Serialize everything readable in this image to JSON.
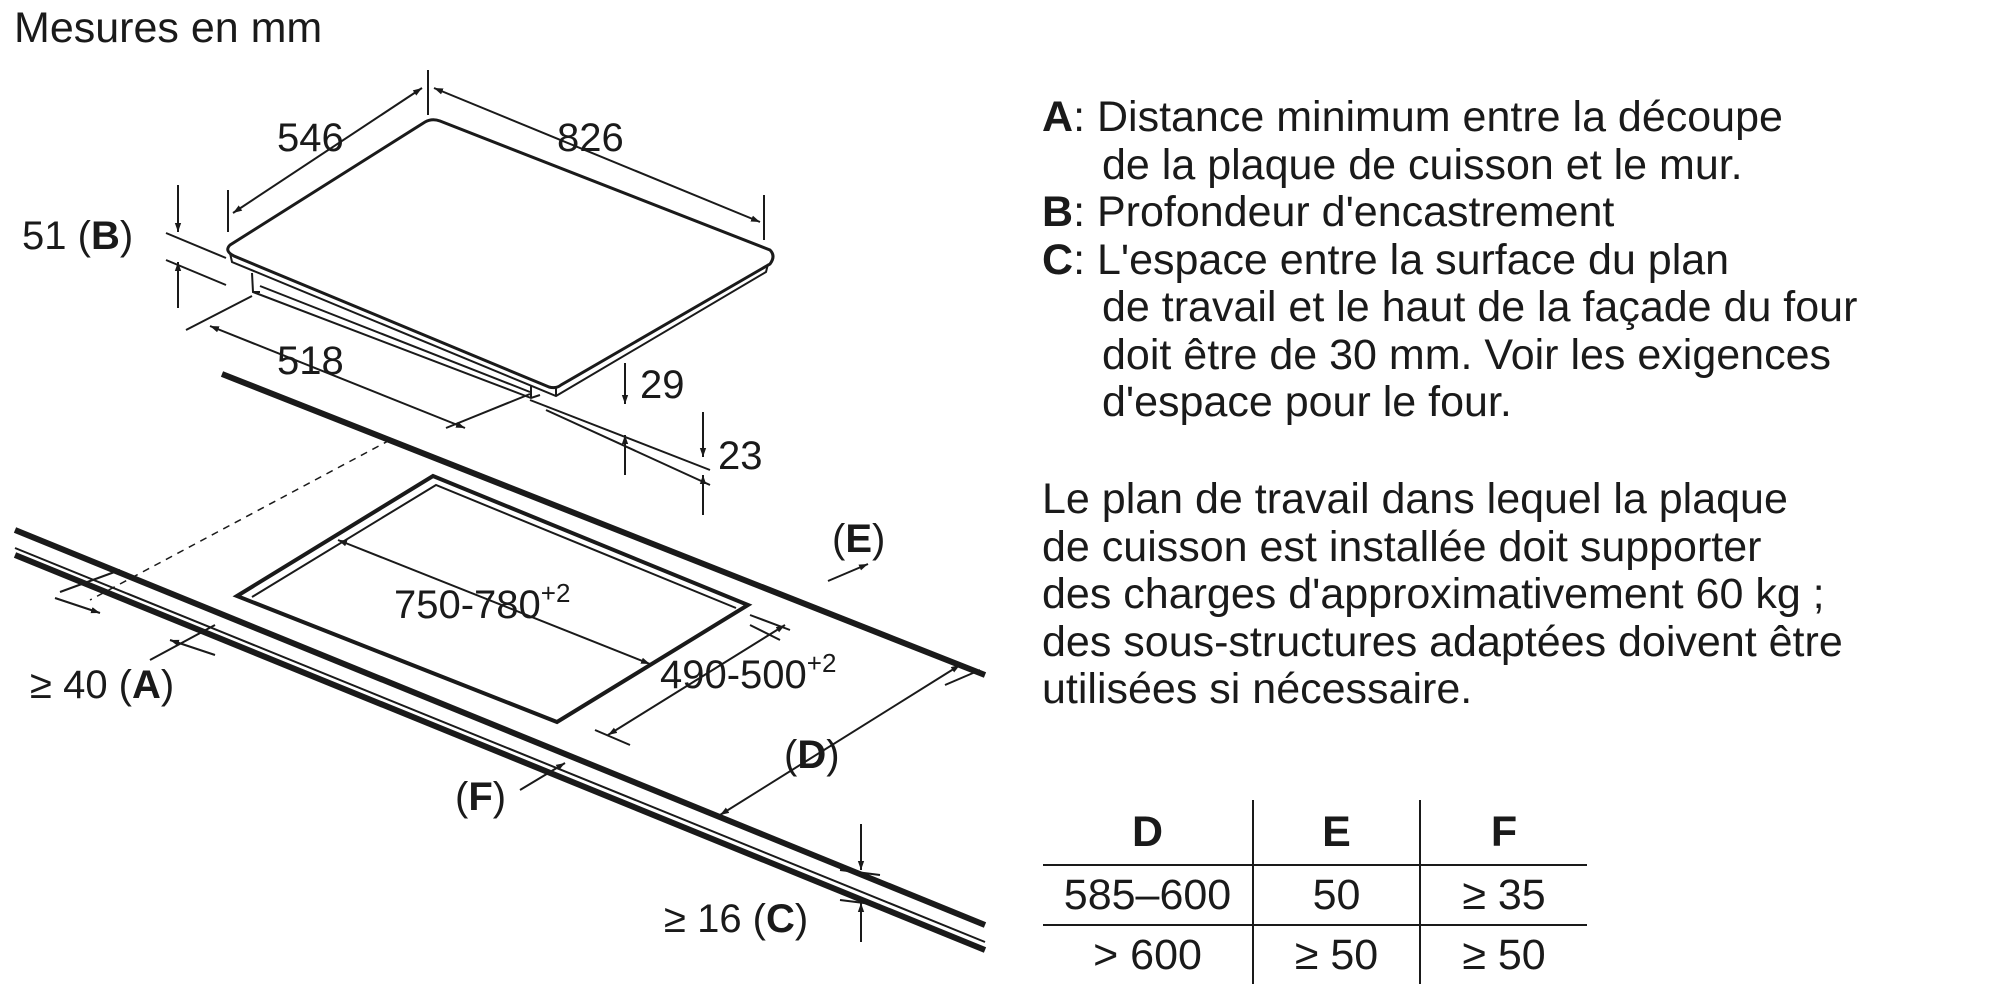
{
  "units_label": "Mesures en mm",
  "dimensions": {
    "hob_width": "826",
    "hob_depth": "546",
    "installation_depth": "51",
    "installation_key": "B",
    "base_depth": "518",
    "thickness_29": "29",
    "thickness_23": "23",
    "cutout_width": "750-780",
    "cutout_width_tol": "+2",
    "cutout_depth": "490-500",
    "cutout_depth_tol": "+2",
    "wall_gap": "≥ 40",
    "wall_gap_key": "A",
    "front_gap": "≥ 16",
    "front_gap_key": "C",
    "label_D": "D",
    "label_E": "E",
    "label_F": "F"
  },
  "legend": [
    {
      "key": "A",
      "lines": [
        "Distance minimum entre la découpe",
        "de la plaque de cuisson et le mur."
      ]
    },
    {
      "key": "B",
      "lines": [
        "Profondeur d'encastrement"
      ]
    },
    {
      "key": "C",
      "lines": [
        "L'espace entre la surface du plan",
        "de travail et le haut de la façade du four",
        "doit être de 30 mm. Voir les exigences",
        "d'espace pour le four."
      ]
    }
  ],
  "note_lines": [
    "Le plan de travail dans lequel la plaque",
    "de cuisson est installée doit supporter",
    "des charges d'approximativement 60 kg ;",
    "des sous-structures adaptées doivent être",
    "utilisées si nécessaire."
  ],
  "table": {
    "headers": [
      "D",
      "E",
      "F"
    ],
    "rows": [
      [
        "585–600",
        "50",
        "≥ 35"
      ],
      [
        "> 600",
        "≥ 50",
        "≥ 50"
      ]
    ]
  }
}
